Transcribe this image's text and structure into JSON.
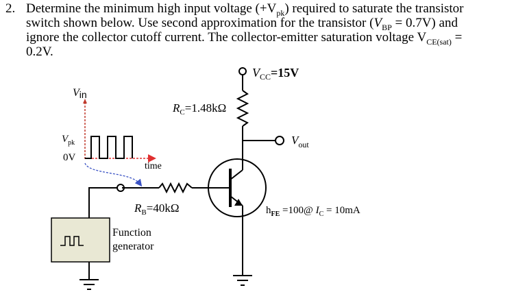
{
  "question": {
    "number": "2.",
    "line1": "Determine the minimum high input voltage (+V",
    "line1_sub": "pk",
    "line1_end": ") required to saturate the transistor",
    "line2_a": "switch shown below. Use second approximation for the transistor (",
    "line2_v": "V",
    "line2_sub": "BP",
    "line2_end": " = 0.7V) and",
    "line3_a": "ignore the collector cutoff current. The collector-emitter saturation voltage V",
    "line3_sub": "CE(sat)",
    "line3_end": " =",
    "line4": "0.2V."
  },
  "circuit": {
    "vcc_v": "V",
    "vcc_sub": "CC",
    "vcc_val": "=15V",
    "rc_r": "R",
    "rc_sub": "C",
    "rc_val": "=1.48kΩ",
    "vout_v": "V",
    "vout_sub": "out",
    "vin_v": "V",
    "vin_sub": "in",
    "vpk_v": "V",
    "vpk_sub": "pk",
    "zero_v": "0V",
    "time": "time",
    "rb_r": "R",
    "rb_sub": "B",
    "rb_val": "=40kΩ",
    "hfe_h": "h",
    "hfe_sub": "FE",
    "hfe_val": " =100@ ",
    "ic_i": "I",
    "ic_sub": "C",
    "ic_val": " = 10mA",
    "fg_line1": "Function",
    "fg_line2": "generator"
  },
  "colors": {
    "generator_fill": "#e9e8d4",
    "pulse_arrow": "#3a52c4",
    "vin_arrow": "#c0392b",
    "time_arrow": "#e03030"
  }
}
